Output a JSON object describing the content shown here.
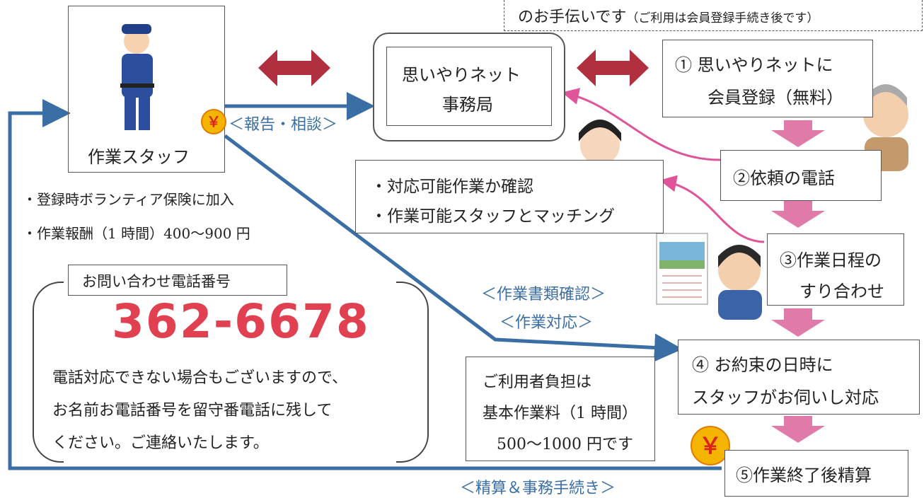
{
  "top_note": {
    "text": "のお手伝いです",
    "small": "（ご利用は会員登録手続き後です）"
  },
  "staff_label": "作業スタッフ",
  "office": {
    "line1": "思いやりネット",
    "line2": "事務局"
  },
  "report_label": "＜報告・相談＞",
  "step1": {
    "line1": "①  思いやりネットに",
    "line2": "会員登録（無料）"
  },
  "step2": "②依頼の電話",
  "confirm": {
    "line1": "・対応可能作業か確認",
    "line2": "・作業可能スタッフとマッチング"
  },
  "step3": {
    "line1": "③作業日程の",
    "line2": "すり合わせ"
  },
  "doc_label": "＜作業書類確認＞",
  "work_label": "＜作業対応＞",
  "step4": {
    "line1": "④  お約束の日時に",
    "line2": "スタッフがお伺いし対応"
  },
  "cost": {
    "line1": "ご利用者負担は",
    "line2": "基本作業料（1 時間）",
    "line3": "500～1000 円です"
  },
  "step5": "⑤作業終了後精算",
  "settle_label": "＜精算＆事務手続き＞",
  "staff_notes": {
    "line1": "・登録時ボランティア保険に加入",
    "line2": "・作業報酬（1 時間）400～900 円"
  },
  "contact": {
    "title": "お問い合わせ電話番号",
    "phone": "362-6678",
    "note1": "電話対応できない場合もございますので、",
    "note2": "お名前お電話番号を留守番電話に残して",
    "note3": "ください。ご連絡いたします。"
  },
  "yen_symbol": "￥",
  "colors": {
    "blue": "#3a6ea5",
    "pink": "#e0559a",
    "red_arrow": "#b03040",
    "phone": "#e04050"
  }
}
